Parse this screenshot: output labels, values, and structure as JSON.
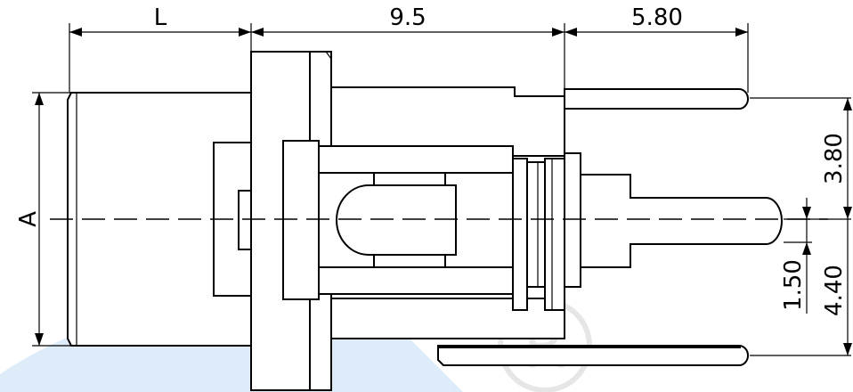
{
  "dimensions": {
    "top_left": "L",
    "top_middle": "9.5",
    "top_right": "5.80",
    "left": "A",
    "right_upper": "3.80",
    "right_lower_inner": "1.50",
    "right_lower_outer": "4.40"
  },
  "watermark": {
    "mark": "®",
    "color": "#4a90d9"
  }
}
